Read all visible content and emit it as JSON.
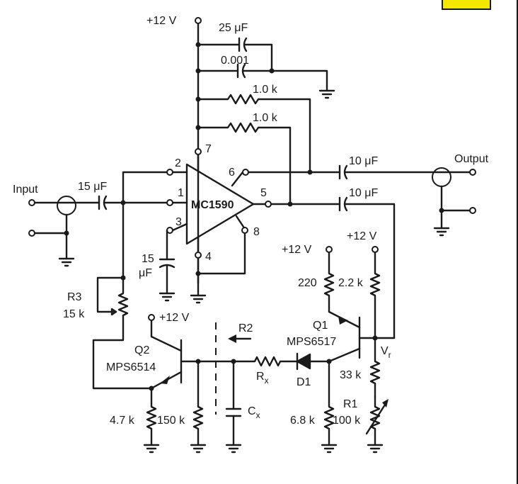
{
  "labels": {
    "vcc_top": "+12 V",
    "c_25u": "25 μF",
    "c_0001": "0.001",
    "r_1k_a": "1.0 k",
    "r_1k_b": "1.0 k",
    "pin7": "7",
    "pin2": "2",
    "pin6": "6",
    "pin1": "1",
    "pin5": "5",
    "pin3": "3",
    "pin8": "8",
    "pin4": "4",
    "ic": "MC1590",
    "input": "Input",
    "c_15u_in": "15 μF",
    "c_15u_v_a": "15",
    "c_15u_v_b": "μF",
    "output": "Output",
    "c_10u_a": "10 μF",
    "c_10u_b": "10 μF",
    "vcc_q1": "+12 V",
    "vcc_r1": "+12 V",
    "r_220": "220",
    "r_2k2": "2.2 k",
    "q1": "Q1",
    "q1_part": "MPS6517",
    "vr_main": "V",
    "vr_sub": "r",
    "r3": "R3",
    "r3_val": "15 k",
    "vcc_q2": "+12 V",
    "r2": "R2",
    "q2": "Q2",
    "q2_part": "MPS6514",
    "rx_main": "R",
    "rx_sub": "x",
    "d1": "D1",
    "r_33k": "33 k",
    "r1": "R1",
    "r_4k7": "4.7 k",
    "r_150k": "150 k",
    "cx_main": "C",
    "cx_sub": "x",
    "r_6k8": "6.8 k",
    "r_100k": "100 k"
  }
}
